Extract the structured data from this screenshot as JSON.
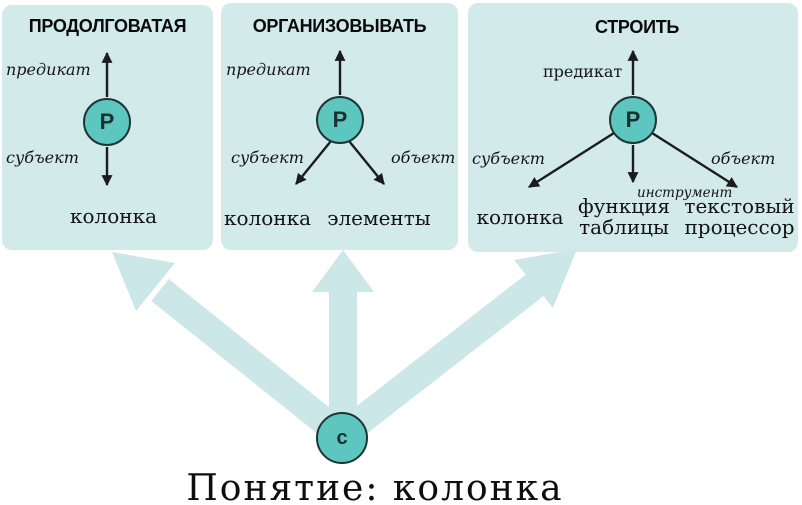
{
  "panels": [
    {
      "title": "ПРОДОЛГОВАТАЯ",
      "node_letter": "P",
      "roles": {
        "predicate": "предикат",
        "subject": "субъект"
      },
      "arguments": {
        "subject": "колонка"
      }
    },
    {
      "title": "ОРГАНИЗОВЫВАТЬ",
      "node_letter": "P",
      "roles": {
        "predicate": "предикат",
        "subject": "субъект",
        "object": "объект"
      },
      "arguments": {
        "subject": "колонка",
        "object": "элементы"
      }
    },
    {
      "title": "СТРОИТЬ",
      "node_letter": "P",
      "roles": {
        "predicate": "предикат",
        "subject": "субъект",
        "object": "объект",
        "instrument": "инструмент"
      },
      "arguments": {
        "subject": "колонка",
        "instrument": "функция таблицы",
        "object": "текстовый процессор"
      }
    }
  ],
  "concept": {
    "node_letter": "c",
    "caption": "Понятие: колонка"
  },
  "colors": {
    "panel_bg": "#d3eaea",
    "big_arrow": "#cbe7e8",
    "node_fill": "#5dc7bf",
    "node_border": "#1f3434",
    "line": "#1c1c1c",
    "text": "#111111"
  }
}
